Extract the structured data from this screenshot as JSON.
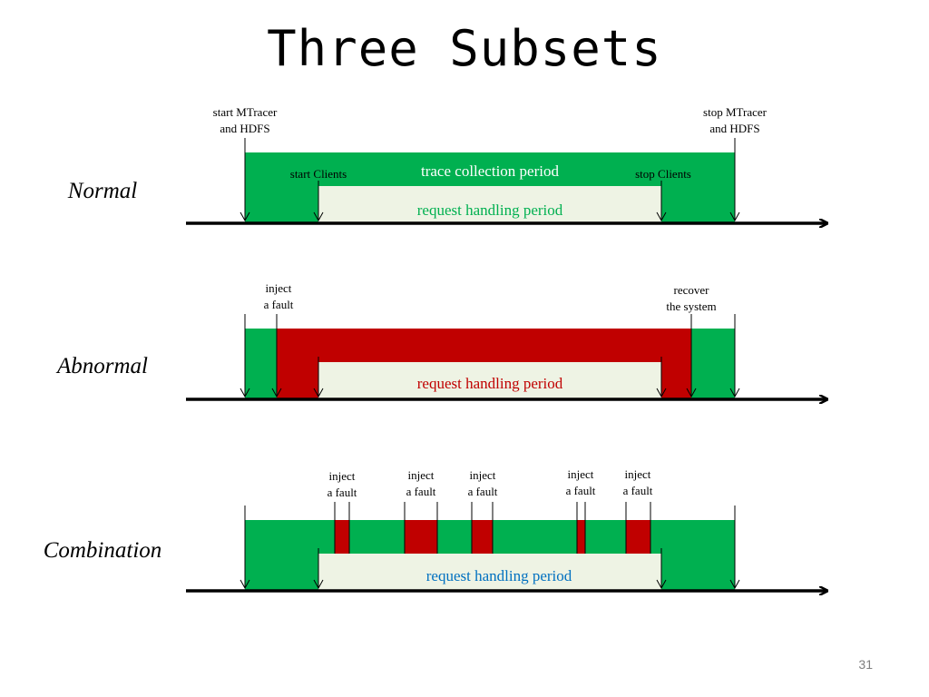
{
  "slide": {
    "title": "Three Subsets",
    "page_number": "31"
  },
  "colors": {
    "normal": "#00b050",
    "fault": "#c00000",
    "request": "#eef3e4",
    "line": "#000000"
  },
  "rows": [
    {
      "label": "Normal",
      "top_labels": [
        [
          "start MTracer",
          "and HDFS"
        ],
        [
          "stop MTracer",
          "and HDFS"
        ]
      ],
      "inner_labels": {
        "trace": "trace collection period",
        "start_clients": "start Clients",
        "stop_clients": "stop Clients"
      },
      "request_label": "request handling period",
      "request_label_color": "#00b050"
    },
    {
      "label": "Abnormal",
      "top_labels": [
        [
          "inject",
          "a fault"
        ],
        [
          "recover",
          "the system"
        ]
      ],
      "request_label": "request handling period",
      "request_label_color": "#c00000"
    },
    {
      "label": "Combination",
      "top_labels": [
        [
          "inject",
          "a fault"
        ],
        [
          "inject",
          "a fault"
        ],
        [
          "inject",
          "a fault"
        ],
        [
          "inject",
          "a fault"
        ],
        [
          "inject",
          "a fault"
        ]
      ],
      "request_label": "request handling period",
      "request_label_color": "#0070c0"
    }
  ]
}
